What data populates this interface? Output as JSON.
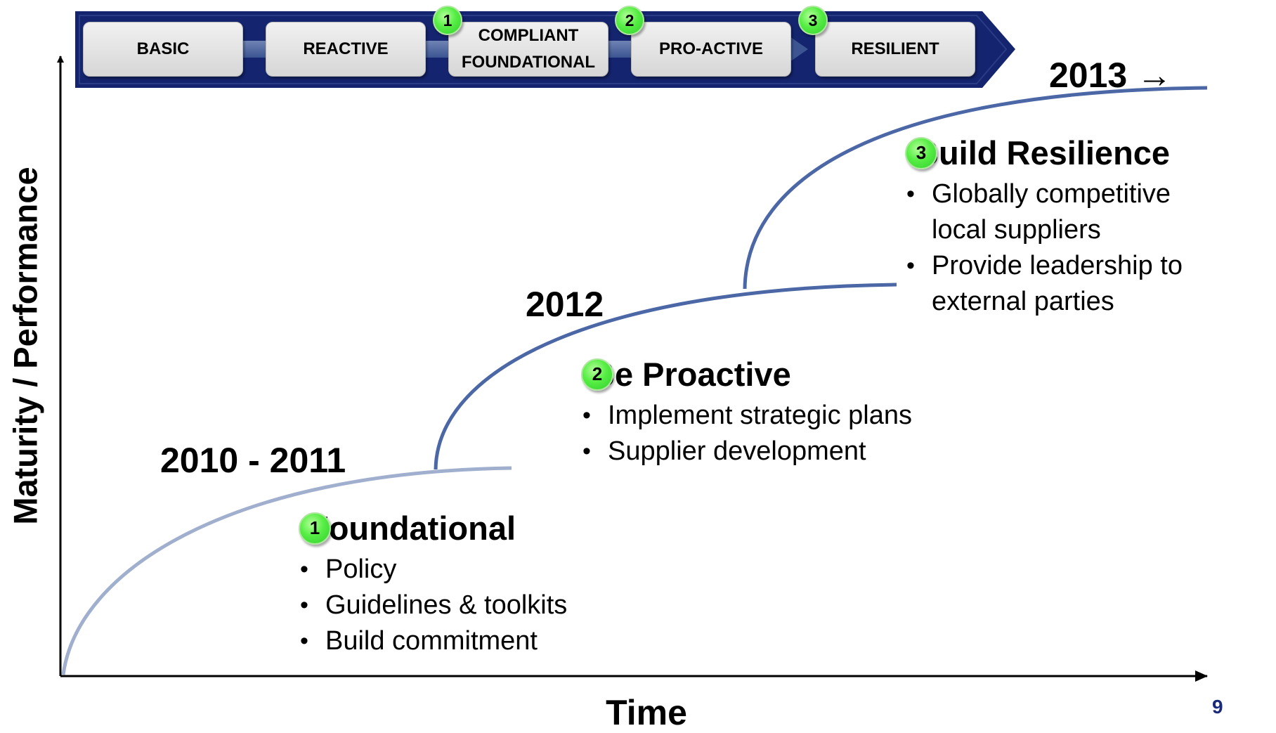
{
  "banner": {
    "stages": [
      {
        "label_line1": "BASIC",
        "label_line2": ""
      },
      {
        "label_line1": "REACTIVE",
        "label_line2": ""
      },
      {
        "label_line1": "COMPLIANT",
        "label_line2": "FOUNDATIONAL"
      },
      {
        "label_line1": "PRO-ACTIVE",
        "label_line2": ""
      },
      {
        "label_line1": "RESILIENT",
        "label_line2": ""
      }
    ],
    "badges": [
      "1",
      "2",
      "3"
    ],
    "colors": {
      "banner_fill": "#14246e",
      "badge_green": "#4fe83c",
      "stage_box": "#e2e2e2"
    }
  },
  "axes": {
    "y_title": "Maturity / Performance",
    "x_title": "Time"
  },
  "years": {
    "first": "2010 - 2011",
    "second": "2012",
    "third": "2013 →"
  },
  "phases": [
    {
      "badge": "1",
      "title": "Foundational",
      "bullets": [
        "Policy",
        "Guidelines & toolkits",
        "Build commitment"
      ]
    },
    {
      "badge": "2",
      "title": "Be Proactive",
      "bullets": [
        "Implement strategic plans",
        "Supplier development"
      ]
    },
    {
      "badge": "3",
      "title": "Build Resilience",
      "bullets": [
        "Globally competitive",
        "local suppliers",
        "Provide leadership to",
        "external parties"
      ]
    }
  ],
  "curve_colors": [
    "#9fafcd",
    "#4b67a6",
    "#4b67a6"
  ],
  "page_number": "9"
}
